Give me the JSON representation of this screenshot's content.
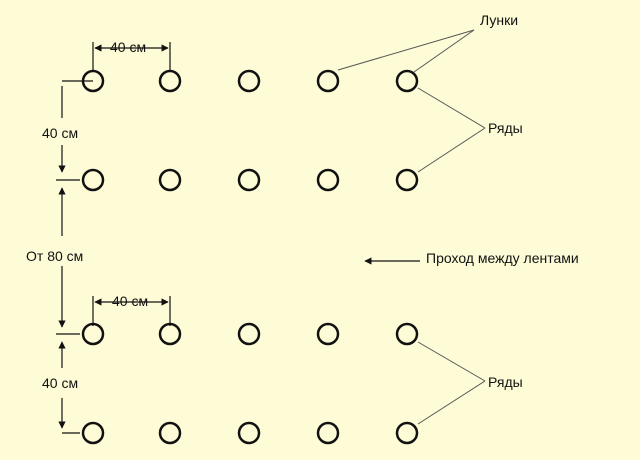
{
  "labels": {
    "holes": "Лунки",
    "rows_top": "Ряды",
    "rows_bottom": "Ряды",
    "aisle": "Проход между лентами",
    "dist_top_horizontal": "40 см",
    "dist_top_vertical": "40 см",
    "dist_between_bands": "От 80 см",
    "dist_bottom_horizontal": "40 см",
    "dist_bottom_vertical": "40 см"
  },
  "layout": {
    "bands": 2,
    "rows_per_band": 2,
    "holes_per_row": 5
  },
  "colors": {
    "background": "#fefcd7",
    "stroke": "#111111",
    "leader": "#555555"
  }
}
